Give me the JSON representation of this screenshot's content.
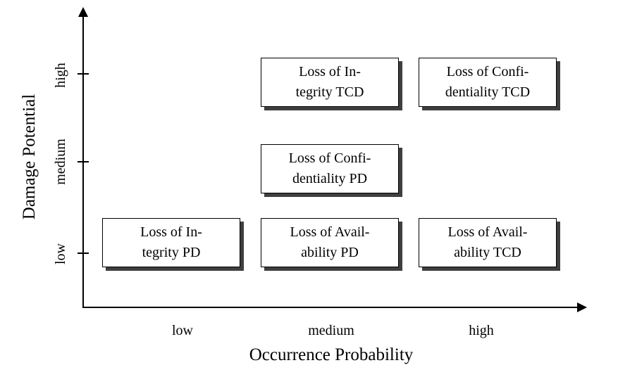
{
  "x_axis": {
    "title": "Occurrence Probability",
    "tick_labels": [
      "low",
      "medium",
      "high"
    ]
  },
  "y_axis": {
    "title": "Damage Potential",
    "tick_labels": [
      "low",
      "medium",
      "high"
    ]
  },
  "boxes": [
    {
      "lines": [
        "Loss of In-",
        "tegrity TCD"
      ],
      "occurrence": "medium",
      "damage": "high"
    },
    {
      "lines": [
        "Loss of Confi-",
        "dentiality TCD"
      ],
      "occurrence": "high",
      "damage": "high"
    },
    {
      "lines": [
        "Loss of Confi-",
        "dentiality PD"
      ],
      "occurrence": "medium",
      "damage": "medium"
    },
    {
      "lines": [
        "Loss of In-",
        "tegrity PD"
      ],
      "occurrence": "low",
      "damage": "low"
    },
    {
      "lines": [
        "Loss of Avail-",
        "ability PD"
      ],
      "occurrence": "medium",
      "damage": "low"
    },
    {
      "lines": [
        "Loss of Avail-",
        "ability TCD"
      ],
      "occurrence": "high",
      "damage": "low"
    }
  ],
  "colors": {
    "axis": "#000000",
    "box_background": "#ffffff",
    "box_border": "#000000",
    "box_shadow": "#3f3f3f"
  }
}
